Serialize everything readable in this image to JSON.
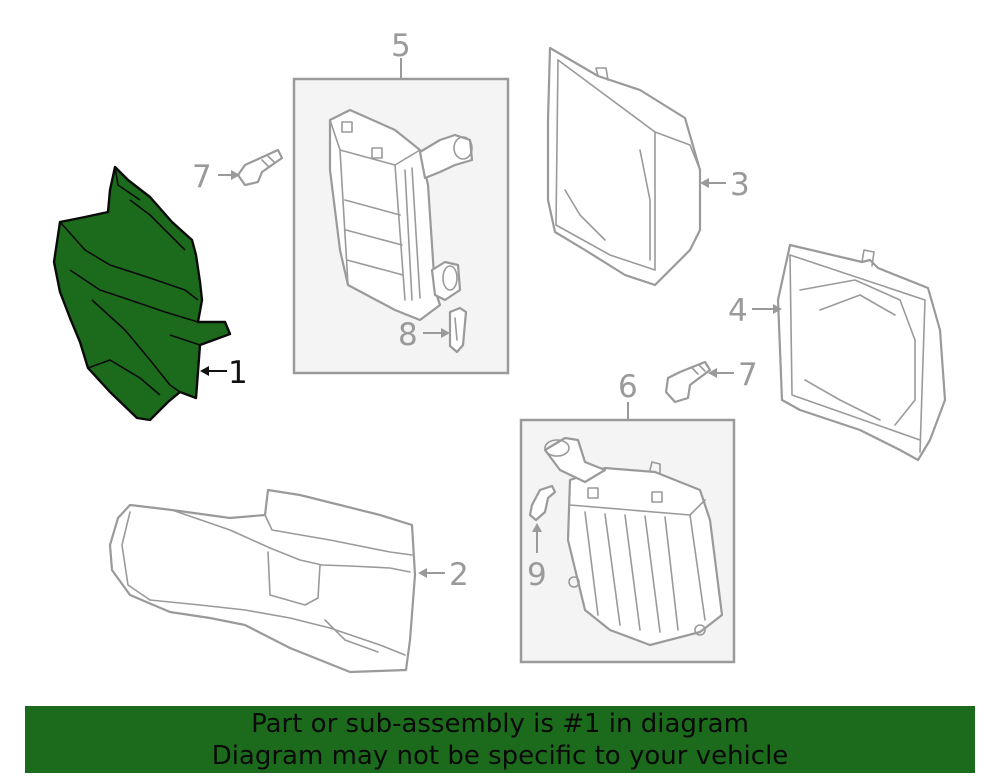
{
  "callouts": {
    "c1": "1",
    "c2": "2",
    "c3": "3",
    "c4": "4",
    "c5": "5",
    "c6": "6",
    "c7a": "7",
    "c7b": "7",
    "c8": "8",
    "c9": "9"
  },
  "banner": {
    "line1": "Part or sub-assembly is #1 in diagram",
    "line2": "Diagram may not be specific to your vehicle"
  },
  "colors": {
    "highlight_fill": "#1c6b1c",
    "line_grey": "#9a9a9a",
    "box_fill": "#f4f4f4"
  }
}
